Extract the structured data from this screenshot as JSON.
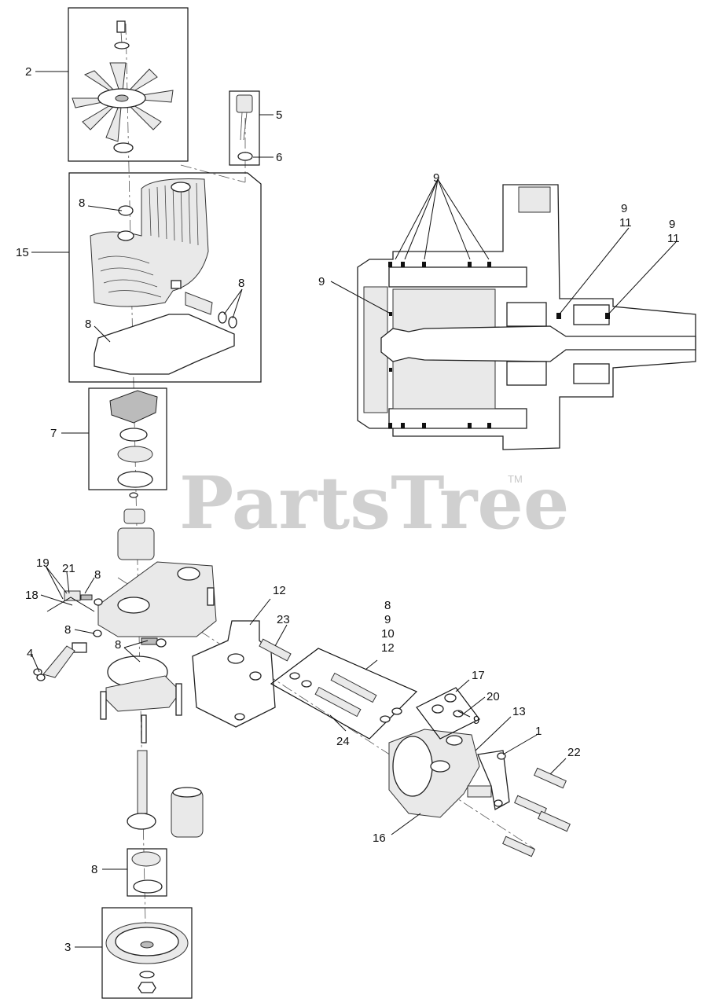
{
  "watermark": {
    "text": "PartsTree",
    "trademark": "TM"
  },
  "callouts": {
    "c1": "1",
    "c2": "2",
    "c3": "3",
    "c4": "4",
    "c5": "5",
    "c6": "6",
    "c7": "7",
    "c8a": "8",
    "c8b": "8",
    "c8c": "8",
    "c8d": "8",
    "c8e": "8",
    "c8f": "8",
    "c8g": "8",
    "c9a": "9",
    "c9b": "9",
    "c9c": "9",
    "c9d": "9",
    "c11a": "11",
    "c11b": "11",
    "c12a": "12",
    "c13": "13",
    "c15": "15",
    "c16": "16",
    "c17": "17",
    "c18": "18",
    "c19": "19",
    "c20": "20",
    "c21": "21",
    "c22": "22",
    "c23": "23",
    "c24": "24",
    "grp": {
      "l1": "8",
      "l2": "9",
      "l3": "10",
      "l4": "12"
    }
  }
}
